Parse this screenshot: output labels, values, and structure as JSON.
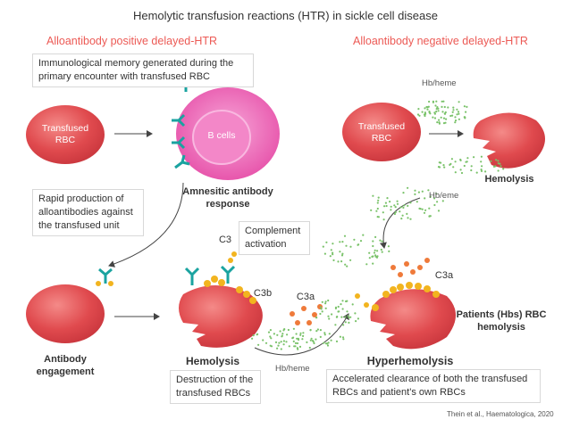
{
  "title": "Hemolytic transfusion reactions (HTR) in sickle cell disease",
  "left_section": {
    "heading": "Alloantibody positive delayed-HTR",
    "memory_box": "Immunological memory  generated during the primary encounter with transfused RBC",
    "transfused_rbc": "Transfused RBC",
    "b_cells": "B cells",
    "amnesic": "Amnesitic antibody response",
    "rapid_box": "Rapid production of alloantibodies against the transfused unit",
    "antibody_engagement": "Antibody engagement",
    "c3": "C3",
    "complement": "Complement activation",
    "c3b": "C3b",
    "hemolysis": "Hemolysis",
    "destruction_box": "Destruction of the transfused RBCs",
    "c3a": "C3a",
    "hb_heme": "Hb/heme"
  },
  "right_section": {
    "heading": "Alloantibody negative delayed-HTR",
    "hb_heme_top": "Hb/heme",
    "transfused_rbc": "Transfused RBC",
    "hemolysis": "Hemolysis",
    "hb_eme": "Hb/eme",
    "c3a": "C3a",
    "patients": "Patients (Hbs) RBC hemolysis",
    "hyperhemolysis": "Hyperhemolysis",
    "accelerated_box": "Accelerated clearance of both the transfused RBCs and patient's own RBCs"
  },
  "citation": "Thein et al., Haematologica, 2020",
  "colors": {
    "rbc": "#e04a4e",
    "rbc_light": "#f07a7a",
    "bcell": "#e64fa8",
    "bcell_inner": "#f58bcb",
    "antibody": "#1aa3a0",
    "complement": "#f2b41f",
    "c3a": "#ef7a3a",
    "hb_dots": "#7ac26a",
    "heading": "#ec5a55"
  }
}
